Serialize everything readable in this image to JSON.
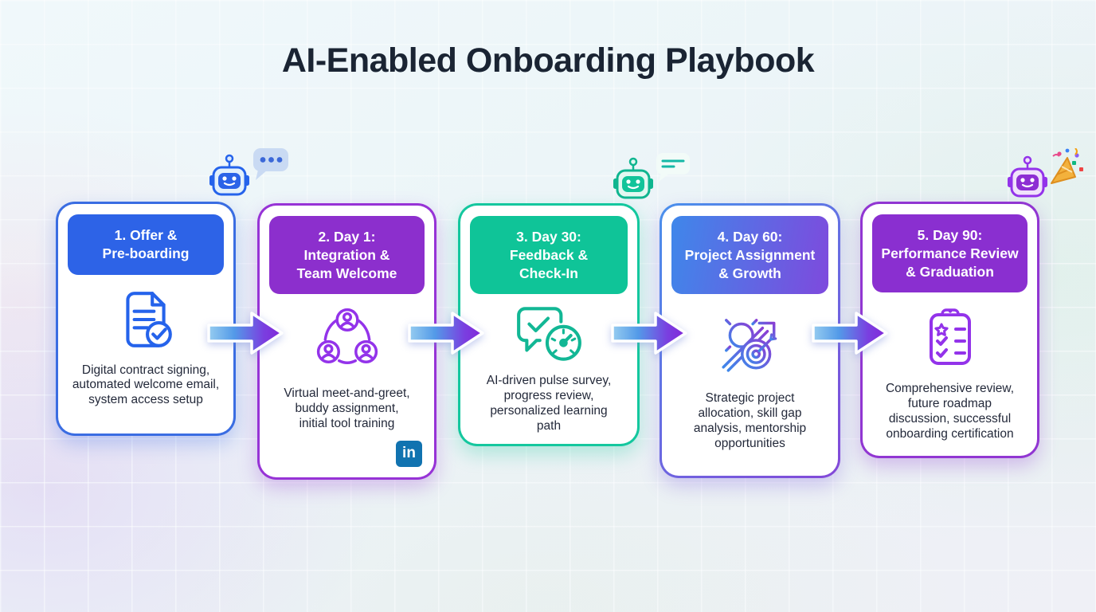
{
  "title": "AI-Enabled Onboarding Playbook",
  "steps": [
    {
      "header": "1. Offer &\nPre-boarding",
      "body": "Digital contract signing,\nautomated welcome email,\nsystem access setup",
      "icon": "document-check-icon",
      "accent": "#2d63e7"
    },
    {
      "header": "2. Day 1:\nIntegration &\nTeam Welcome",
      "body": "Virtual meet-and-greet,\nbuddy assignment,\ninitial tool training",
      "icon": "team-network-icon",
      "accent": "#8c2fcd",
      "badge": "in"
    },
    {
      "header": "3. Day 30:\nFeedback &\nCheck-In",
      "body": "AI-driven pulse survey,\nprogress review,\npersonalized learning\npath",
      "icon": "feedback-gauge-icon",
      "accent": "#0fc498"
    },
    {
      "header": "4. Day 60:\nProject Assignment\n& Growth",
      "body": "Strategic project\nallocation, skill gap\nanalysis, mentorship\nopportunities",
      "icon": "growth-target-icon",
      "accent_from": "#3f87ea",
      "accent_to": "#7e4add"
    },
    {
      "header": "5. Day 90:\nPerformance Review\n& Graduation",
      "body": "Comprehensive review,\nfuture roadmap\ndiscussion, successful\nonboarding certification",
      "icon": "certification-clipboard-icon",
      "accent": "#8a2fd0"
    }
  ],
  "decorations": {
    "robots": [
      "chat-robot-blue",
      "chat-robot-teal",
      "celebration-robot-purple"
    ]
  },
  "colors": {
    "title_text": "#1a2433",
    "arrow_gradient_from": "#96ccf0",
    "arrow_gradient_to": "#8227d8",
    "linkedin_blue": "#1173b0",
    "card_background": "#ffffff"
  }
}
